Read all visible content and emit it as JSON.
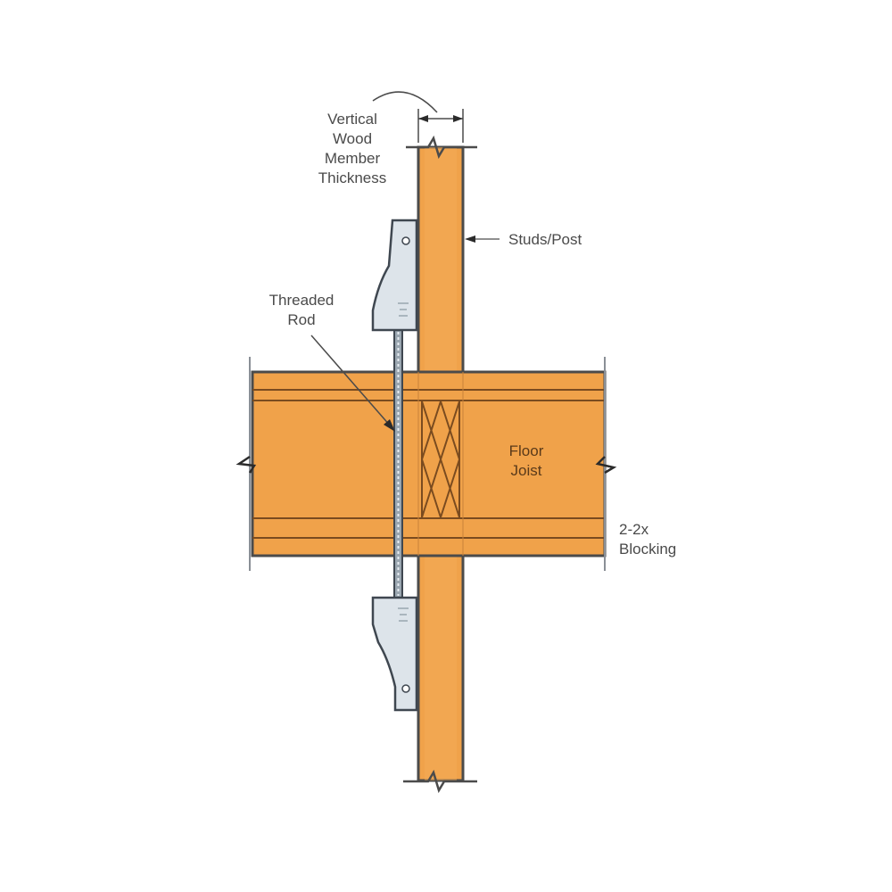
{
  "diagram": {
    "type": "construction-detail",
    "colors": {
      "wood": "#f0a24a",
      "wood_light": "#f4b468",
      "outline": "#4b4b4b",
      "bracket": "#dde4ea",
      "rod": "#9aa6b0",
      "text": "#4a4a4a"
    },
    "labels": {
      "vertical_member": [
        "Vertical",
        "Wood",
        "Member",
        "Thickness"
      ],
      "studs_post": "Studs/Post",
      "threaded_rod": [
        "Threaded",
        "Rod"
      ],
      "floor_joist": [
        "Floor",
        "Joist"
      ],
      "blocking": [
        "2-2x",
        "Blocking"
      ]
    }
  }
}
